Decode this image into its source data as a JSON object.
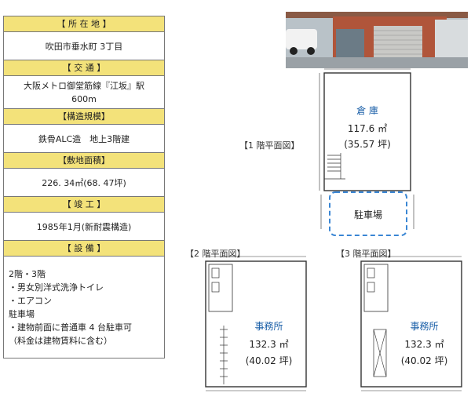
{
  "info": {
    "location_header": "【 所 在 地 】",
    "location": "吹田市垂水町 3丁目",
    "transport_header": "【 交 通 】",
    "transport_line1": "大阪メトロ御堂筋線『江坂』駅",
    "transport_line2": "600m",
    "structure_header": "【構造規模】",
    "structure": "鉄骨ALC造　地上3階建",
    "site_header": "【敷地面積】",
    "site_area": "226. 34㎡(68. 47坪)",
    "completion_header": "【 竣 工 】",
    "completion": "1985年1月(新耐震構造)",
    "equipment_header": "【 設 備 】",
    "equipment": [
      "2階・3階",
      "・男女別洋式洗浄トイレ",
      "・エアコン",
      "駐車場",
      "・建物前面に普通車 4 台駐車可",
      "（料金は建物賃料に含む）"
    ]
  },
  "plans": {
    "floor1_label": "【1 階平面図】",
    "floor1_room": "倉 庫",
    "floor1_area": "117.6 ㎡",
    "floor1_tsubo": "(35.57 坪)",
    "parking": "駐車場",
    "floor2_label": "【2 階平面図】",
    "floor2_room": "事務所",
    "floor2_area": "132.3 ㎡",
    "floor2_tsubo": "(40.02 坪)",
    "floor3_label": "【3 階平面図】",
    "floor3_room": "事務所",
    "floor3_area": "132.3 ㎡",
    "floor3_tsubo": "(40.02 坪)"
  },
  "colors": {
    "header_bg": "#f3e27a",
    "room_name": "#1a5fa8",
    "parking_outline": "#3a86d4"
  }
}
